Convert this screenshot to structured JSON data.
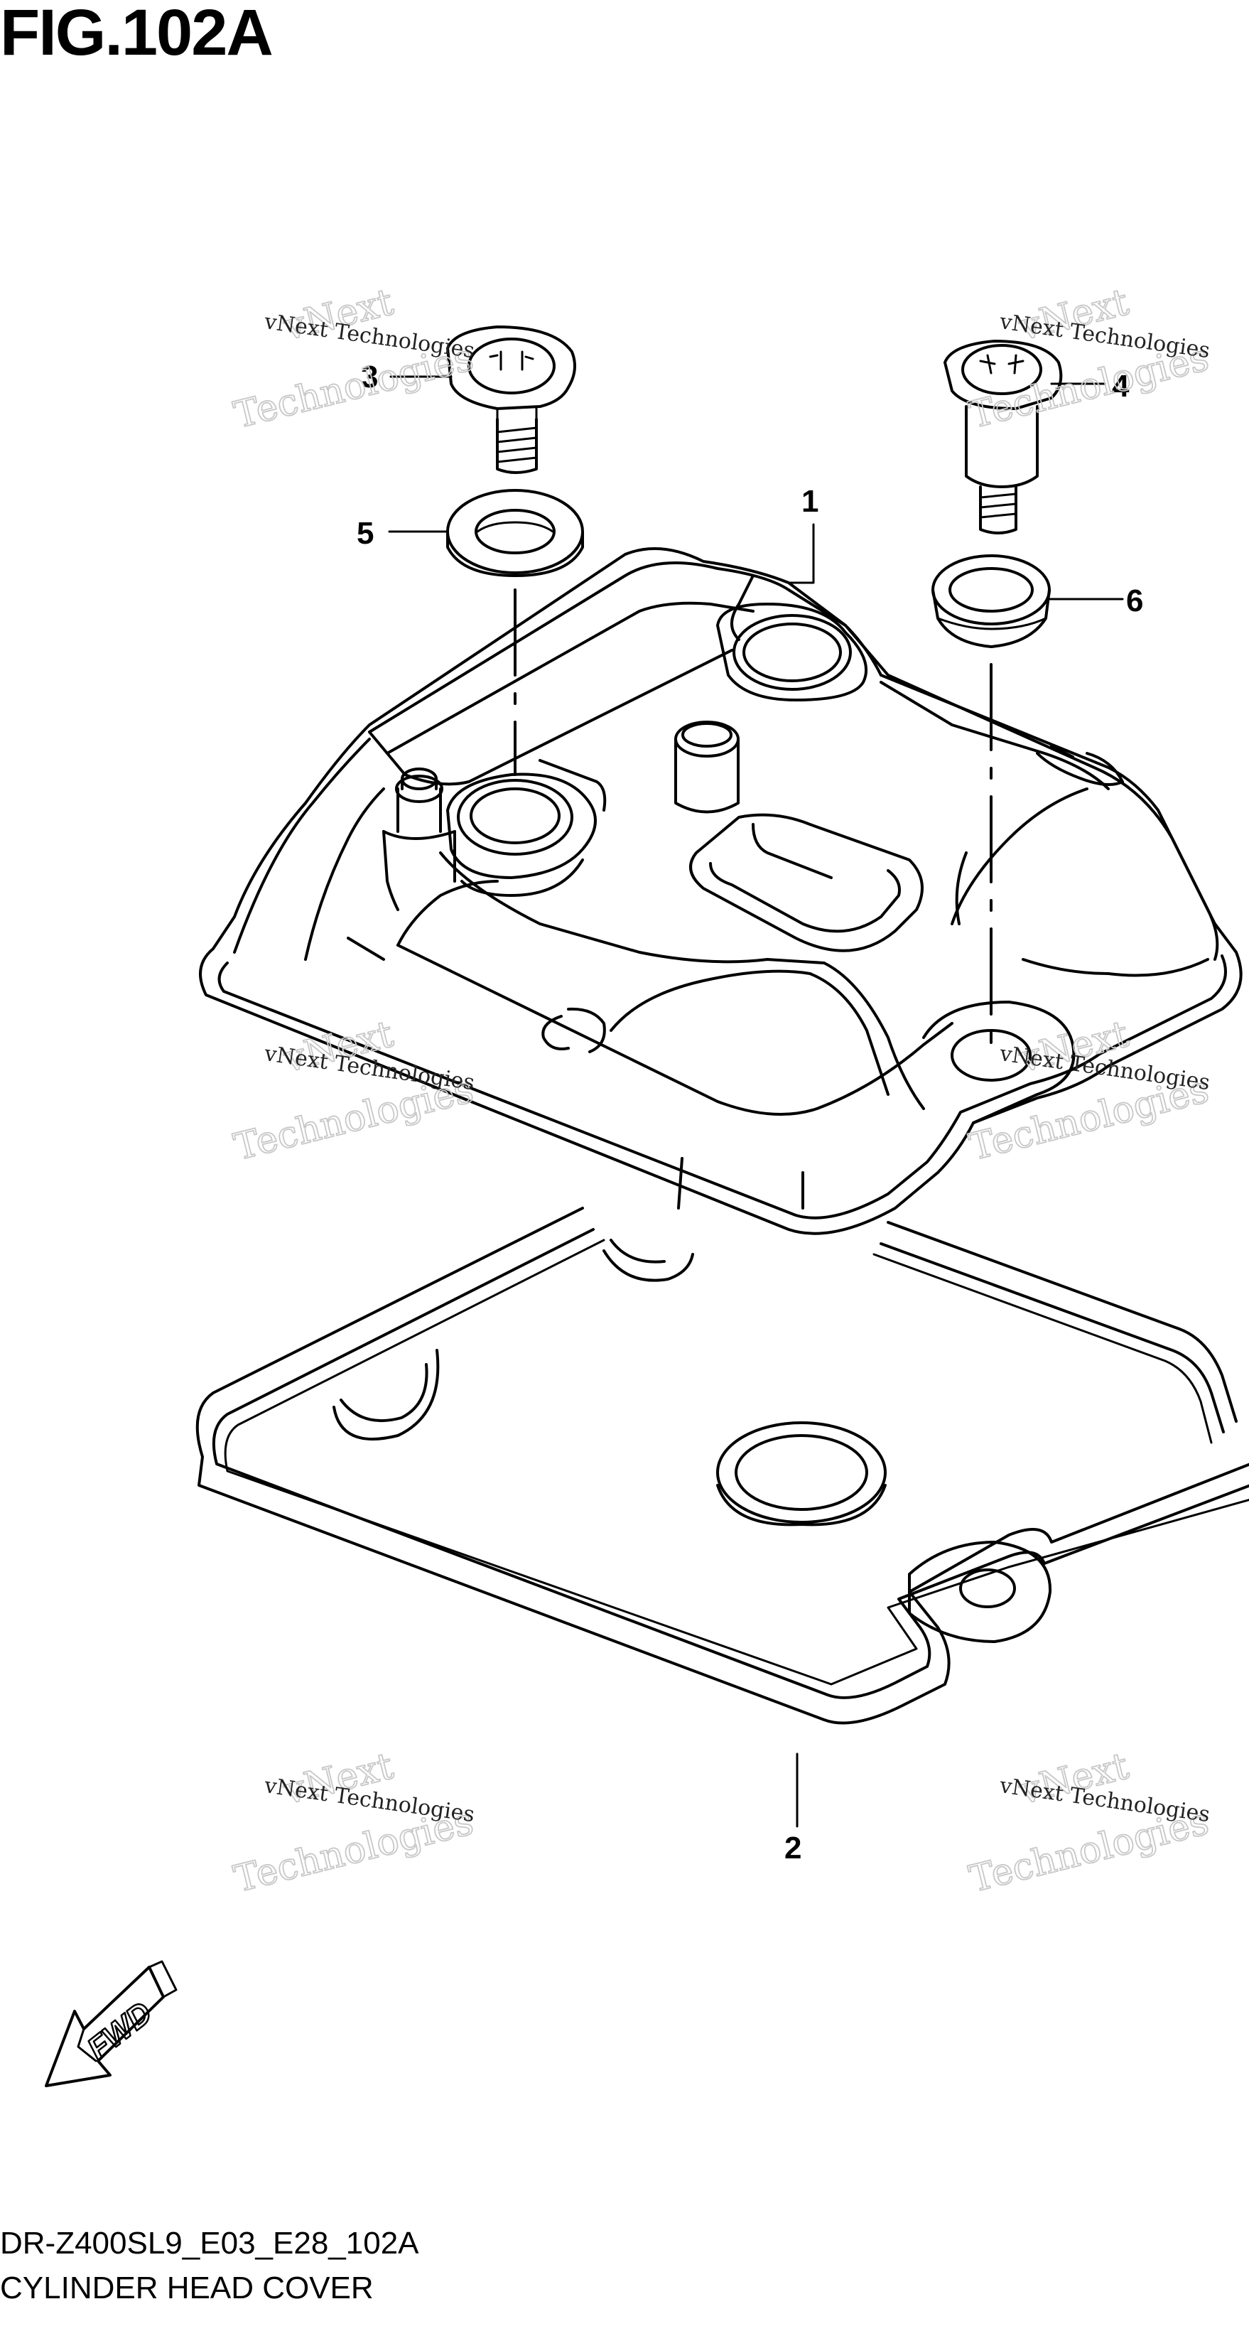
{
  "figure": {
    "title": "FIG.102A",
    "model_code": "DR-Z400SL9_E03_E28_102A",
    "description": "CYLINDER HEAD COVER"
  },
  "callouts": [
    "1",
    "2",
    "3",
    "4",
    "5",
    "6"
  ],
  "fwd_label": "FWD",
  "watermark": {
    "line1": "vNext Technologies",
    "line2": "vNext",
    "line3": "Technologies"
  }
}
